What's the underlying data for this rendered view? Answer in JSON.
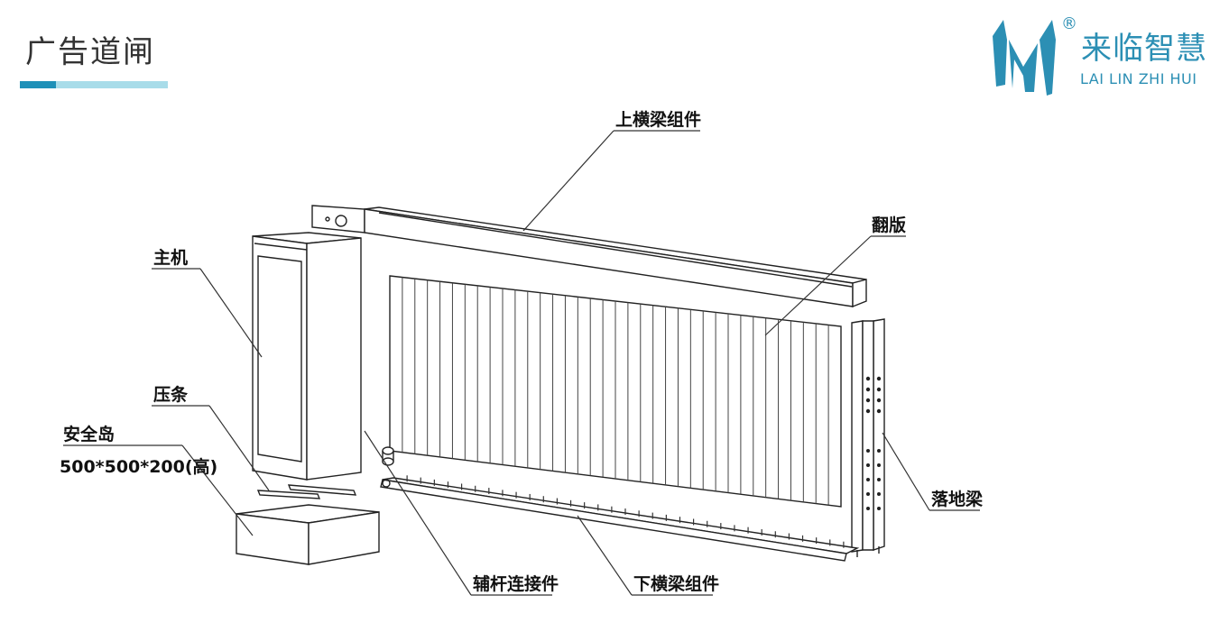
{
  "page": {
    "title": "广告道闸"
  },
  "logo": {
    "name_cn": "来临智慧",
    "name_en": "LAI LIN ZHI HUI",
    "registered_mark": "®",
    "color": "#2c8fb4"
  },
  "accent_colors": {
    "bar_dark": "#1e90b8",
    "bar_light": "#a8dce9"
  },
  "diagram": {
    "labels": {
      "upper_beam": "上横梁组件",
      "flip_panel": "翻版",
      "main_unit": "主机",
      "press_strip": "压条",
      "safety_island": "安全岛",
      "safety_island_size": "500*500*200(高)",
      "floor_beam": "落地梁",
      "aux_rod_connector": "辅杆连接件",
      "lower_beam": "下横梁组件"
    }
  }
}
